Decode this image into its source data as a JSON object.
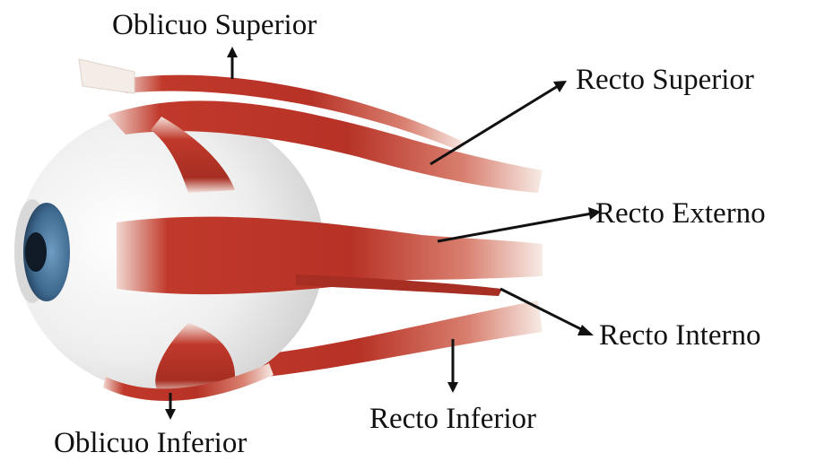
{
  "labels": {
    "oblicuo_superior": "Oblicuo Superior",
    "recto_superior": "Recto Superior",
    "recto_externo": "Recto Externo",
    "recto_interno": "Recto Interno",
    "recto_inferior": "Recto Inferior",
    "oblicuo_inferior": "Oblicuo Inferior"
  },
  "colors": {
    "muscle": "#c0392b",
    "muscle_dark": "#8e2418",
    "tendon": "#f4ece6",
    "sclera": "#eeeeee",
    "iris": "#3f6a90",
    "pupil": "#0f1a26",
    "arrow": "#111111"
  }
}
